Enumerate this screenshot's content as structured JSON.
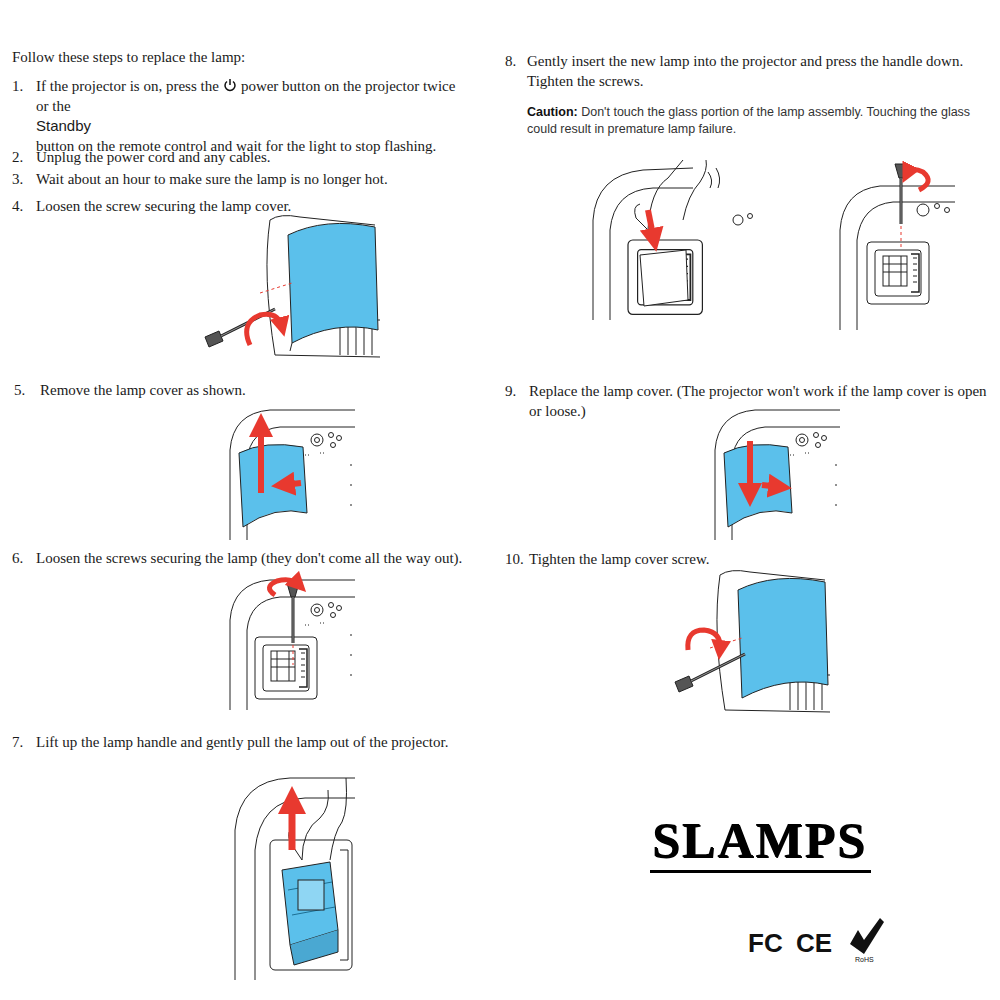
{
  "diagram": {
    "title": "Follow these steps to replace the lamp:",
    "labels": [
      "1.",
      "If the projector is on, press the",
      "power button on the projector twice or the",
      "Standby",
      "button on the remote control and wait for the light to stop flashing.",
      "2.",
      "Unplug the power cord and any cables.",
      "3.",
      "Wait about an hour to make sure the lamp is no longer hot.",
      "4.",
      "Loosen the screw securing the lamp cover.",
      "5.",
      "Remove the lamp cover as shown.",
      "6.",
      "Loosen the screws securing the lamp (they don't come all the way out).",
      "7.",
      "Lift up the lamp handle and gently pull the lamp out of the projector.",
      "8.",
      "Gently insert the new lamp into the projector and press the handle down. Tighten the screws.",
      "Caution:",
      "Don't touch the glass portion of the lamp assembly. Touching the glass could result in premature lamp failure.",
      "9.",
      "Replace the lamp cover. (The projector won't work if the lamp cover is open or loose.)",
      "10.",
      "Tighten the lamp cover screw.",
      "SLAMPS",
      "FC",
      "CE",
      "RoHS"
    ]
  }
}
